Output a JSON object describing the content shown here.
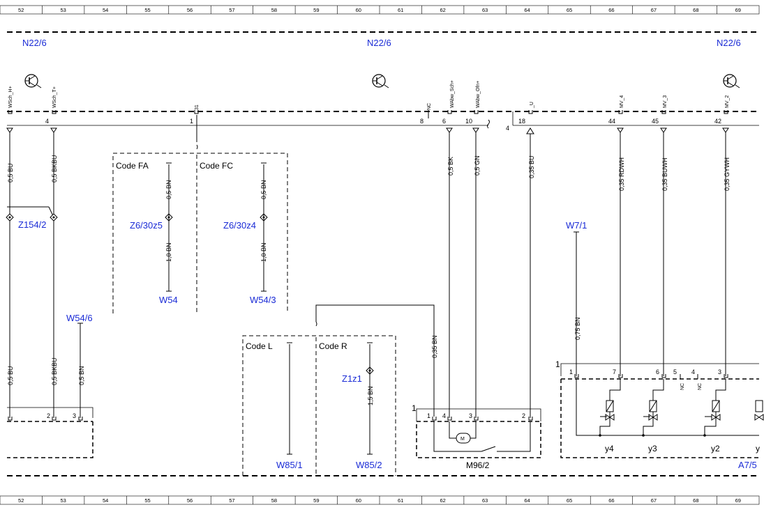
{
  "ruler": {
    "cells": [
      "52",
      "53",
      "54",
      "55",
      "56",
      "57",
      "58",
      "59",
      "60",
      "61",
      "62",
      "63",
      "64",
      "65",
      "66",
      "67",
      "68",
      "69"
    ]
  },
  "modules": {
    "left": "N22/6",
    "center": "N22/6",
    "right": "N22/6"
  },
  "pins": {
    "wsch_h": "WSch_H+",
    "wsch_t": "WSch_T+",
    "p31": "31",
    "nc": "NC",
    "wabw_sch": "WAbw_Sch+",
    "wabw_ofn": "WAbw_Ofn+",
    "u": "_U",
    "mv4": "MV_4",
    "mv3": "MV_3",
    "mv2": "MV_2"
  },
  "pin_numbers": {
    "p4": "4",
    "p1": "1",
    "p8": "8",
    "p6": "6",
    "p10": "10",
    "p4b": "4",
    "p18": "18",
    "p44": "44",
    "p45": "45",
    "p42": "42"
  },
  "wires": {
    "w1": "0,5 BU",
    "w2": "0,5 BKBU",
    "w3": "0,5 BN",
    "w4": "1,0 BN",
    "w5": "0,5 BN",
    "w6": "1,0 BN",
    "w7": "0,5 BK",
    "w8": "0,5 GN",
    "w9": "0,35 BU",
    "w10": "0,35 RDWH",
    "w11": "0,35 BUWH",
    "w12": "0,35 GYWH",
    "w13": "0,5 BU",
    "w14": "0,5 BKBU",
    "w15": "0,5 BN",
    "w16": "0,35 BN",
    "w17": "0,75 BN",
    "w18": "1,5 BN"
  },
  "components": {
    "z154": "Z154/2",
    "z6_30z5": "Z6/30z5",
    "z6_30z4": "Z6/30z4",
    "w54": "W54",
    "w54_3": "W54/3",
    "w54_6": "W54/6",
    "w7_1": "W7/1",
    "z1z1": "Z1z1",
    "w85_1": "W85/1",
    "w85_2": "W85/2",
    "m96_2": "M96/2",
    "a7_5": "A7/5"
  },
  "codes": {
    "fa": "Code FA",
    "fc": "Code FC",
    "l": "Code L",
    "r": "Code R"
  },
  "connectors": {
    "left_2": "2",
    "left_3": "3",
    "m96_1": "1",
    "m96_4": "4",
    "m96_3": "3",
    "m96_2": "2",
    "m96_frame": "1",
    "a7_1": "1",
    "a7_7": "7",
    "a7_6": "6",
    "a7_5": "5",
    "a7_4": "4",
    "a7_3": "3",
    "a7_frame": "1",
    "a7_nc1": "NC",
    "a7_nc2": "NC"
  },
  "valves": {
    "y4": "y4",
    "y3": "y3",
    "y2": "y2",
    "y1": "y"
  },
  "motor": "M"
}
